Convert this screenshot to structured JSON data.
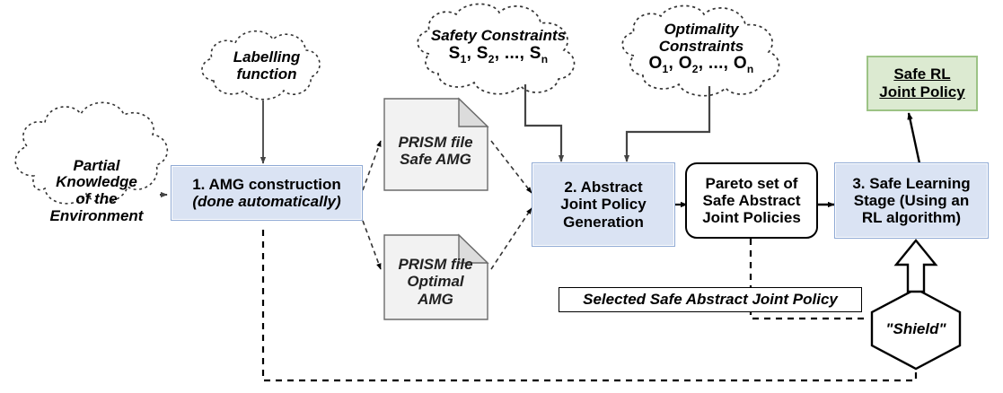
{
  "diagram": {
    "title": "Safe RL pipeline flowchart",
    "colors": {
      "process_fill": "#dae3f3",
      "process_border": "#8ea9d4",
      "output_fill": "#dcead1",
      "output_border": "#9cc385",
      "file_fill": "#f2f2f2",
      "line": "#000000"
    },
    "clouds": [
      {
        "id": "partial-knowledge",
        "lines": [
          "Partial",
          "Knowledge",
          "of the",
          "Environment"
        ]
      },
      {
        "id": "labelling-function",
        "lines": [
          "Labelling",
          "function"
        ]
      },
      {
        "id": "safety-constraints",
        "title": "Safety Constraints",
        "symbols": "S1, S2, ..., Sn"
      },
      {
        "id": "optimality-constraints",
        "title": "Optimality Constraints",
        "symbols": "O1, O2, ..., On"
      }
    ],
    "processes": [
      {
        "id": "amg-construction",
        "line1": "1. AMG construction",
        "line2": "(done automatically)"
      },
      {
        "id": "abstract-joint-policy-generation",
        "lines": [
          "2. Abstract",
          "Joint Policy",
          "Generation"
        ]
      },
      {
        "id": "safe-learning-stage",
        "lines": [
          "3. Safe Learning",
          "Stage (Using an",
          "RL algorithm)"
        ]
      }
    ],
    "files": [
      {
        "id": "prism-safe-amg",
        "lines": [
          "PRISM file",
          "Safe AMG"
        ]
      },
      {
        "id": "prism-optimal-amg",
        "lines": [
          "PRISM file",
          "Optimal",
          "AMG"
        ]
      }
    ],
    "pareto": {
      "lines": [
        "Pareto set of",
        "Safe Abstract",
        "Joint Policies"
      ]
    },
    "output": {
      "lines": [
        "Safe RL",
        "Joint Policy"
      ]
    },
    "shield": {
      "label": "\"Shield\""
    },
    "selected_policy": {
      "label": "Selected Safe Abstract Joint Policy"
    }
  }
}
